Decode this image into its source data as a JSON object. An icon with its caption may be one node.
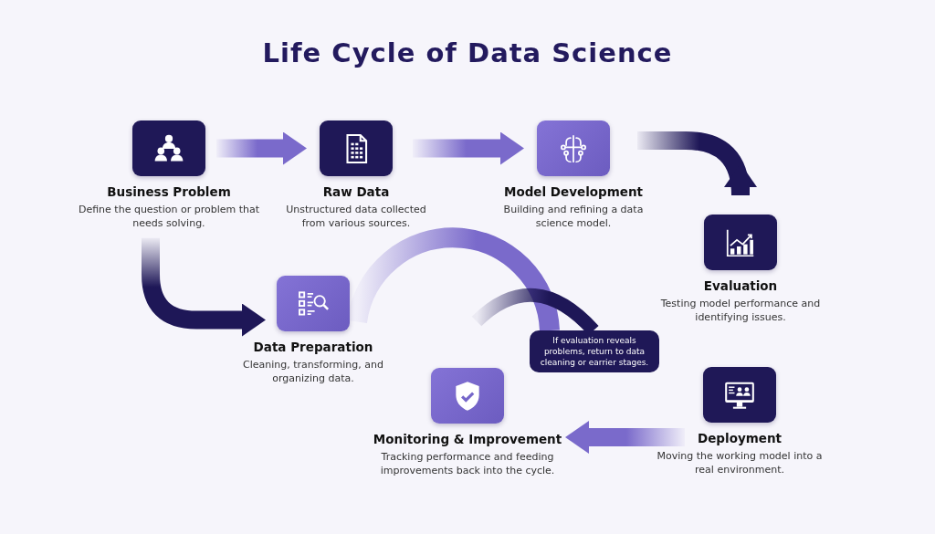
{
  "diagram": {
    "title": "Life Cycle of Data Science",
    "nodes": [
      {
        "text": [
          "Business Problem",
          "Define the question or problem that needs solving."
        ]
      },
      {
        "text": [
          "Raw Data",
          "Unstructured data collected from various sources."
        ]
      },
      {
        "text": [
          "Model Development",
          "Building and refining a data science model."
        ]
      },
      {
        "text": [
          "Evaluation",
          "Testing model performance and identifying issues."
        ]
      },
      {
        "text": [
          "Data Preparation",
          "Cleaning, transforming, and organizing data."
        ]
      },
      {
        "text": [
          "If evaluation reveals problems, return to data cleaning or earrier stages."
        ]
      },
      {
        "text": [
          "Monitoring & Improvement",
          "Tracking performance and feeding improvements back into the cycle."
        ]
      },
      {
        "text": [
          "Deployment",
          "Moving the working model into a real environment."
        ]
      }
    ],
    "edges": [
      {
        "from": 0,
        "to": 1,
        "arrow": "to",
        "color": "#7a6acb"
      },
      {
        "from": 1,
        "to": 2,
        "arrow": "to",
        "color": "#7a6acb"
      },
      {
        "from": 2,
        "to": 3,
        "arrow": "to",
        "color": "#1e1757"
      },
      {
        "from": 0,
        "to": 4,
        "arrow": "to",
        "color": "#1e1757"
      },
      {
        "from": 7,
        "to": 6,
        "arrow": "to",
        "color": "#7a6acb"
      },
      {
        "from": 5,
        "to": 4,
        "arrow": "none",
        "color": "#7a6acb"
      },
      {
        "from": null,
        "to": 5,
        "arrow": "none",
        "color": "#1e1757"
      }
    ]
  }
}
